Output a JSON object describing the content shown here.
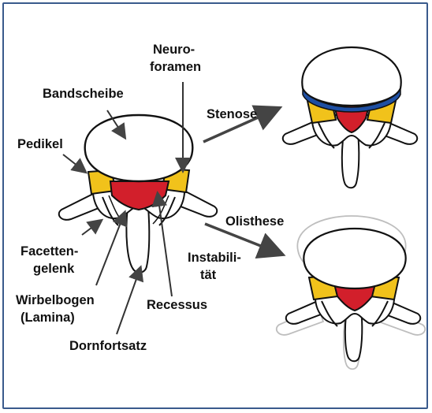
{
  "labels": {
    "neuro_line1": "Neuro-",
    "neuro_line2": "foramen",
    "bandscheibe": "Bandscheibe",
    "pedikel": "Pedikel",
    "facetten_line1": "Facetten-",
    "facetten_line2": "gelenk",
    "wirbelbogen_line1": "Wirbelbogen",
    "wirbelbogen_line2": "(Lamina)",
    "dornfortsatz": "Dornfortsatz",
    "recessus": "Recessus",
    "stenose": "Stenose",
    "olisthese": "Olisthese",
    "instabilitaet_line1": "Instabili-",
    "instabilitaet_line2": "tät"
  },
  "colors": {
    "frame": "#3a5a8c",
    "outline": "#111111",
    "canal_red": "#d21f2b",
    "facet_yellow": "#f1c21b",
    "stenosis_blue": "#1e4fa3",
    "ghost_gray": "#9a9a9a"
  }
}
